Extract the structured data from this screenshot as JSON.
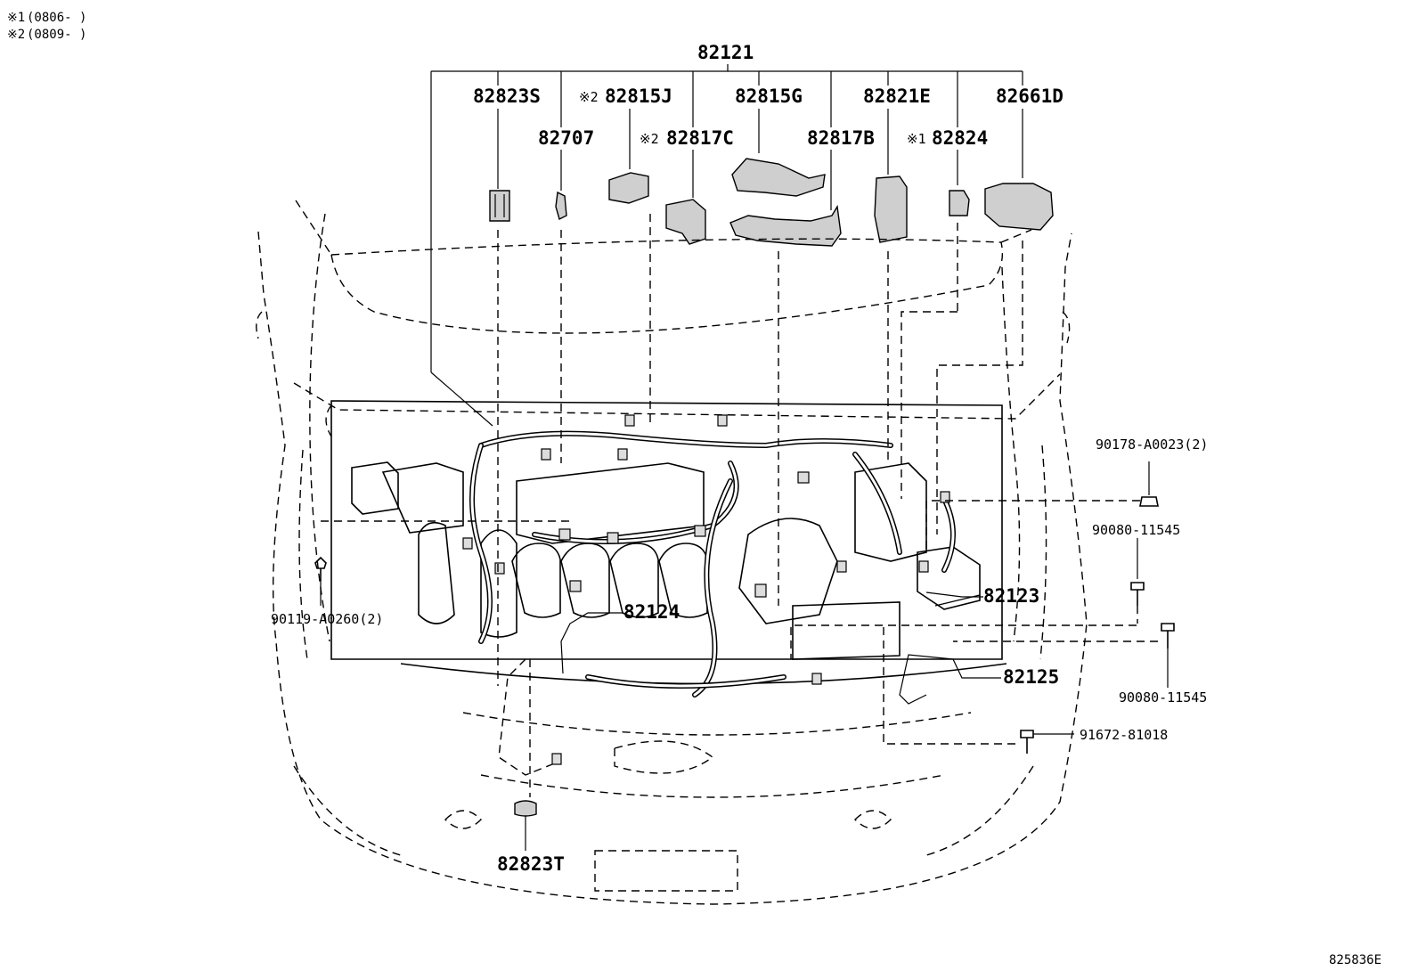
{
  "notes": [
    {
      "marker": "※1",
      "text": "(0806-      )"
    },
    {
      "marker": "※2",
      "text": "(0809-      )"
    }
  ],
  "group_label": "82121",
  "top_labels": [
    {
      "id": "82823S",
      "text": "82823S"
    },
    {
      "id": "82815J",
      "prefix": "※2",
      "text": "82815J"
    },
    {
      "id": "82815G",
      "text": "82815G"
    },
    {
      "id": "82821E",
      "text": "82821E"
    },
    {
      "id": "82661D",
      "text": "82661D"
    },
    {
      "id": "82707",
      "text": "82707"
    },
    {
      "id": "82817C",
      "prefix": "※2",
      "text": "82817C"
    },
    {
      "id": "82817B",
      "text": "82817B"
    },
    {
      "id": "82824",
      "prefix": "※1",
      "text": "82824"
    }
  ],
  "callouts": [
    {
      "id": "82124",
      "text": "82124"
    },
    {
      "id": "82123",
      "text": "82123"
    },
    {
      "id": "82125",
      "text": "82125"
    },
    {
      "id": "82823T",
      "text": "82823T"
    },
    {
      "id": "90119-A0260",
      "text": "90119-A0260(2)"
    },
    {
      "id": "90178-A0023",
      "text": "90178-A0023(2)"
    },
    {
      "id": "90080-11545-a",
      "text": "90080-11545"
    },
    {
      "id": "90080-11545-b",
      "text": "90080-11545"
    },
    {
      "id": "91672-81018",
      "text": "91672-81018"
    }
  ],
  "figure_code": "825836E"
}
